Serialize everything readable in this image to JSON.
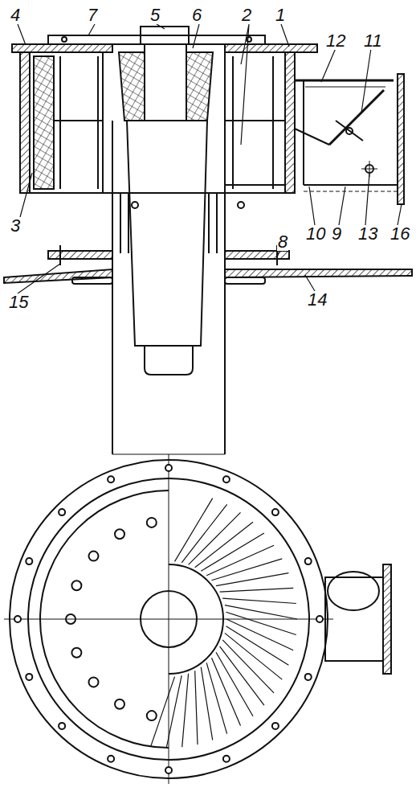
{
  "diagram": {
    "labels": [
      "4",
      "7",
      "5",
      "6",
      "2",
      "1",
      "12",
      "11",
      "3",
      "10",
      "9",
      "13",
      "16",
      "8",
      "15",
      "14"
    ]
  }
}
